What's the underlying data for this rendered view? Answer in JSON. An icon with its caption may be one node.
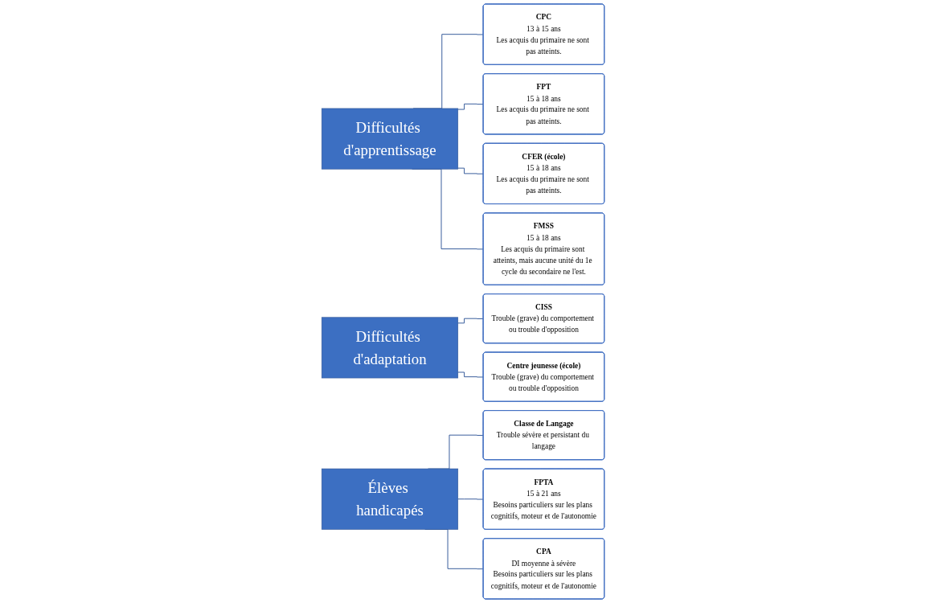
{
  "diagram": {
    "nodes": [
      {
        "text": [
          "Difficultés d'apprentissage"
        ]
      },
      {
        "text": [
          "CPC",
          "13 à 15 ans",
          "Les acquis du primaire ne sont pas atteints."
        ]
      },
      {
        "text": [
          "FPT",
          "15 à 18 ans",
          "Les acquis du primaire ne sont pas atteints."
        ]
      },
      {
        "text": [
          "CFER (école)",
          "15 à 18 ans",
          "Les acquis du primaire ne sont pas atteints."
        ]
      },
      {
        "text": [
          "FMSS",
          "15 à 18 ans",
          "Les acquis du primaire sont atteints, mais aucune unité du 1e cycle du secondaire ne l'est."
        ]
      },
      {
        "text": [
          "Difficultés d'adaptation"
        ]
      },
      {
        "text": [
          "CISS",
          "Trouble (grave) du comportement ou trouble d'opposition"
        ]
      },
      {
        "text": [
          "Centre jeunesse (école)",
          "Trouble (grave) du comportement ou trouble d'opposition"
        ]
      },
      {
        "text": [
          "Élèves handicapés"
        ]
      },
      {
        "text": [
          "Classe de Langage",
          "Trouble sévère et persistant du langage"
        ]
      },
      {
        "text": [
          "FPTA",
          "15 à 21 ans",
          "Besoins particuliers sur les plans cognitifs, moteur et de l'autonomie"
        ]
      },
      {
        "text": [
          "CPA",
          "DI moyenne à sévère",
          "Besoins particuliers sur les plans cognitifs, moteur et de l'autonomie"
        ]
      }
    ],
    "edges": [
      {
        "from": 0,
        "to": 1,
        "arrow": "none"
      },
      {
        "from": 0,
        "to": 2,
        "arrow": "none"
      },
      {
        "from": 0,
        "to": 3,
        "arrow": "none"
      },
      {
        "from": 0,
        "to": 4,
        "arrow": "none"
      },
      {
        "from": 5,
        "to": 6,
        "arrow": "none"
      },
      {
        "from": 5,
        "to": 7,
        "arrow": "none"
      },
      {
        "from": 8,
        "to": 9,
        "arrow": "none"
      },
      {
        "from": 8,
        "to": 10,
        "arrow": "none"
      },
      {
        "from": 8,
        "to": 11,
        "arrow": "none"
      }
    ]
  }
}
